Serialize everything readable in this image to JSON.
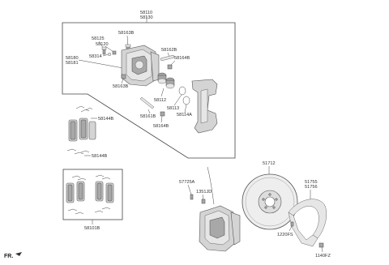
{
  "labels": {
    "assy_top": "58110",
    "assy_bottom": "58130",
    "caliper_top": "58180",
    "caliper_bottom": "58181",
    "p58163B_top": "58163B",
    "p58125": "58125",
    "p58120": "58120",
    "p58314": "58314",
    "p58162B": "58162B",
    "p58164B_top": "58164B",
    "p58163B_mid": "58163B",
    "p58112": "58112",
    "p58113": "58113",
    "p58114A": "58114A",
    "p58161B": "58161B",
    "p58164B_bottom": "58164B",
    "clip_top": "58144B",
    "clip_bottom": "58144B",
    "pad_kit": "58101B",
    "p57725A": "57725A",
    "p1351JD": "1351JD",
    "disc": "51712",
    "shield_top": "51755",
    "shield_bottom": "51756",
    "screw": "1220FS",
    "bolt": "1140FZ",
    "direction": "FR."
  }
}
